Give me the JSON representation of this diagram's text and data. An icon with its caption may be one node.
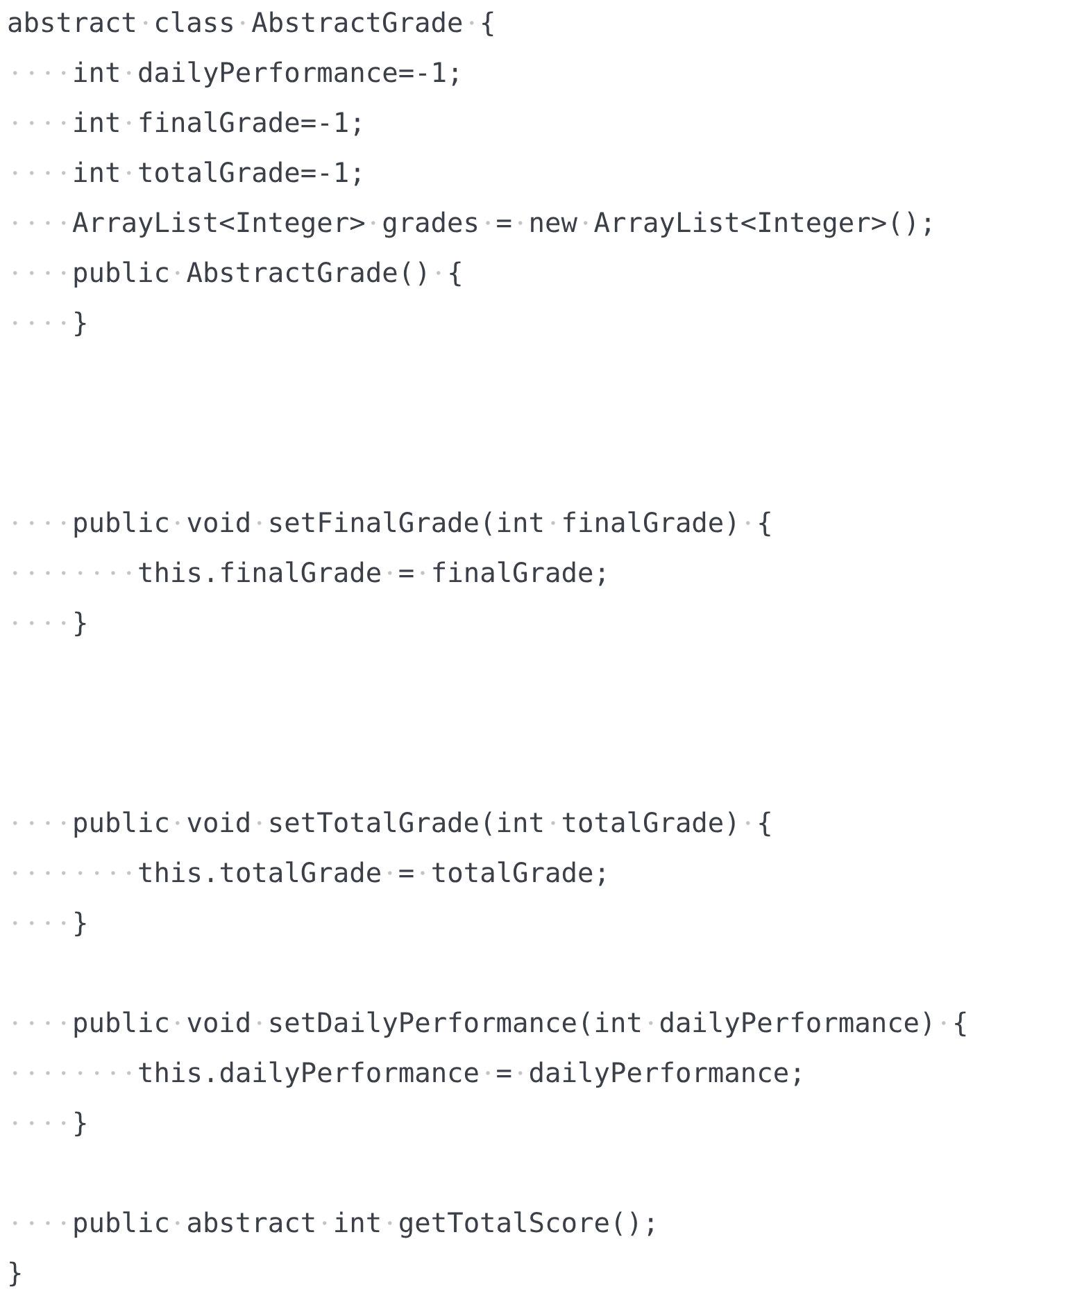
{
  "diagram": {
    "labels": [
      "abstract class AbstractGrade {",
      "    int dailyPerformance=-1;",
      "    int finalGrade=-1;",
      "    int totalGrade=-1;",
      "    ArrayList<Integer> grades = new ArrayList<Integer>();",
      "    public AbstractGrade() {",
      "    }",
      "    public void setFinalGrade(int finalGrade) {",
      "        this.finalGrade = finalGrade;",
      "    }",
      "    public void setTotalGrade(int totalGrade) {",
      "        this.totalGrade = totalGrade;",
      "    }",
      "    public void setDailyPerformance(int dailyPerformance) {",
      "        this.dailyPerformance = dailyPerformance;",
      "    }",
      "    public abstract int getTotalScore();",
      "}"
    ]
  }
}
